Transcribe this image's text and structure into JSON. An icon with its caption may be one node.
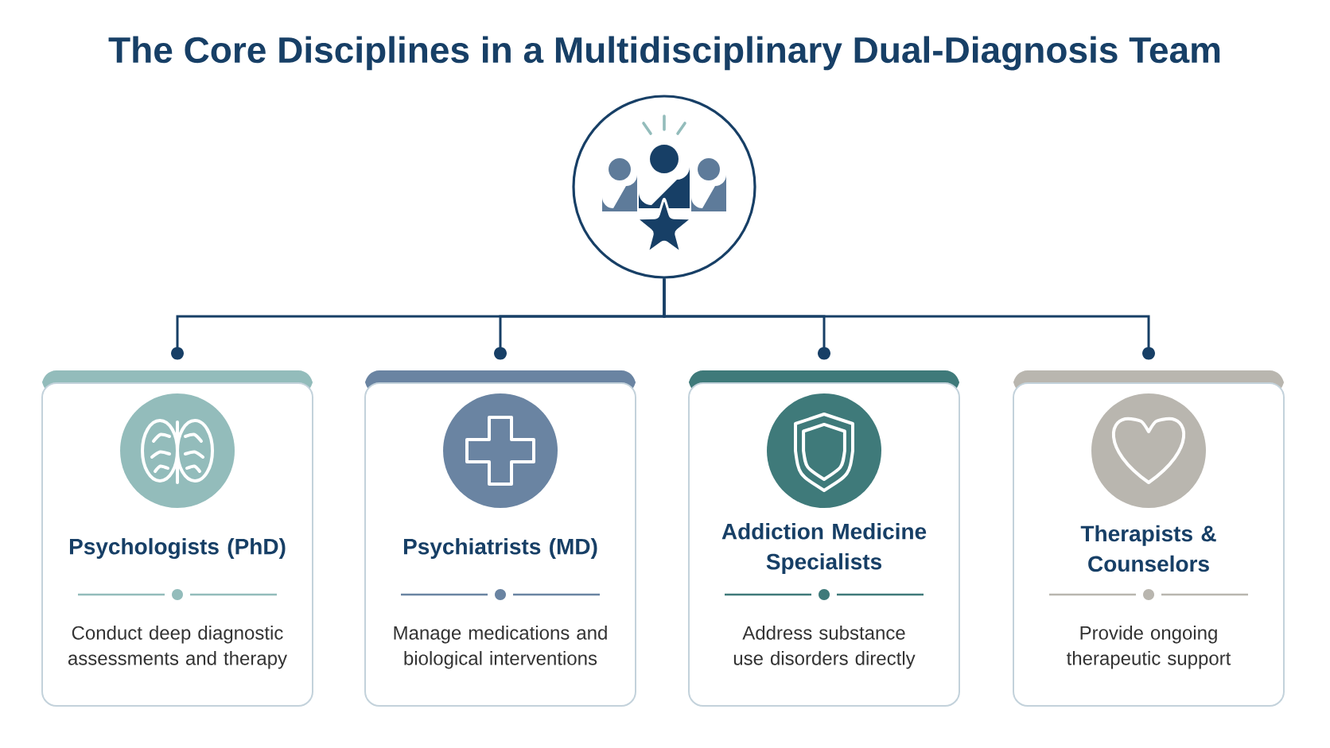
{
  "diagram": {
    "title": "The Core Disciplines in a Multidisciplinary Dual-Diagnosis Team",
    "nodes": [
      {
        "text": [],
        "shape": "circle"
      },
      {
        "text": [
          "Psychologists (PhD)",
          "Conduct deep diagnostic assessments and therapy"
        ]
      },
      {
        "text": [
          "Psychiatrists (MD)",
          "Manage medications and biological interventions"
        ]
      },
      {
        "text": [
          "Addiction Medicine Specialists",
          "Address substance use disorders directly"
        ]
      },
      {
        "text": [
          "Therapists & Counselors",
          "Provide ongoing therapeutic support"
        ]
      }
    ],
    "edges": [
      {
        "from": 0,
        "to": 1,
        "arrow": "other"
      },
      {
        "from": 0,
        "to": 2,
        "arrow": "other"
      },
      {
        "from": 0,
        "to": 3,
        "arrow": "other"
      },
      {
        "from": 0,
        "to": 4,
        "arrow": "other"
      }
    ]
  }
}
